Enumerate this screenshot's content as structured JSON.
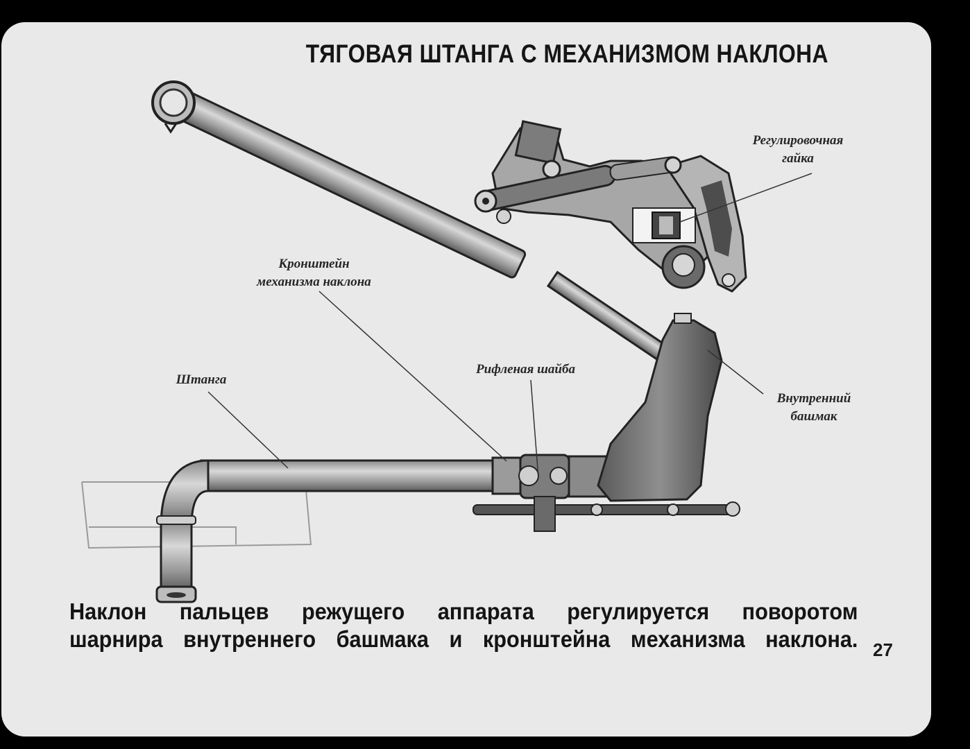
{
  "title": "ТЯГОВАЯ ШТАНГА С МЕХАНИЗМОМ НАКЛОНА",
  "labels": {
    "adjusting_nut_line1": "Регулировочная",
    "adjusting_nut_line2": "гайка",
    "bracket_line1": "Кронштейн",
    "bracket_line2": "механизма наклона",
    "rod": "Штанга",
    "ribbed_washer": "Рифленая шайба",
    "inner_shoe_line1": "Внутренний",
    "inner_shoe_line2": "башмак"
  },
  "caption": {
    "line1": "Наклон пальцев режущего аппарата регулируется поворотом",
    "line2": "шарнира внутреннего башмака и кронштейна механизма наклона."
  },
  "page_number": "27"
}
